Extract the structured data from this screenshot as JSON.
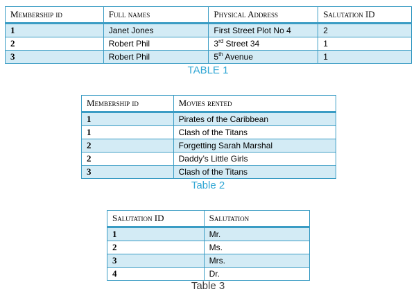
{
  "table1": {
    "headers": [
      "Membership id",
      "Full names",
      "Physical Address",
      "Salutation ID"
    ],
    "rows": [
      {
        "id": "1",
        "name": "Janet Jones",
        "address": "First Street Plot No 4",
        "address_sup": "",
        "address_rest": "",
        "salutation_id": "2"
      },
      {
        "id": "2",
        "name": "Robert Phil",
        "address": "3",
        "address_sup": "rd",
        "address_rest": " Street 34",
        "salutation_id": "1"
      },
      {
        "id": "3",
        "name": "Robert Phil",
        "address": "5",
        "address_sup": "th",
        "address_rest": " Avenue",
        "salutation_id": "1"
      }
    ],
    "caption": "TABLE 1"
  },
  "table2": {
    "headers": [
      "Membership id",
      "Movies rented"
    ],
    "rows": [
      {
        "id": "1",
        "movie": "Pirates of the Caribbean"
      },
      {
        "id": "1",
        "movie": "Clash of the Titans"
      },
      {
        "id": "2",
        "movie": "Forgetting Sarah Marshal"
      },
      {
        "id": "2",
        "movie": "Daddy’s Little Girls"
      },
      {
        "id": "3",
        "movie": "Clash of the Titans"
      }
    ],
    "caption": "Table 2"
  },
  "table3": {
    "headers": [
      "Salutation ID",
      "Salutation"
    ],
    "rows": [
      {
        "id": "1",
        "salutation": "Mr."
      },
      {
        "id": "2",
        "salutation": "Ms."
      },
      {
        "id": "3",
        "salutation": "Mrs."
      },
      {
        "id": "4",
        "salutation": "Dr."
      }
    ],
    "caption": "Table 3"
  },
  "colors": {
    "border": "#3a9cc4",
    "row_alt": "#d3ebf5",
    "caption_blue": "#2fa6d4",
    "caption_gray": "#404040"
  }
}
